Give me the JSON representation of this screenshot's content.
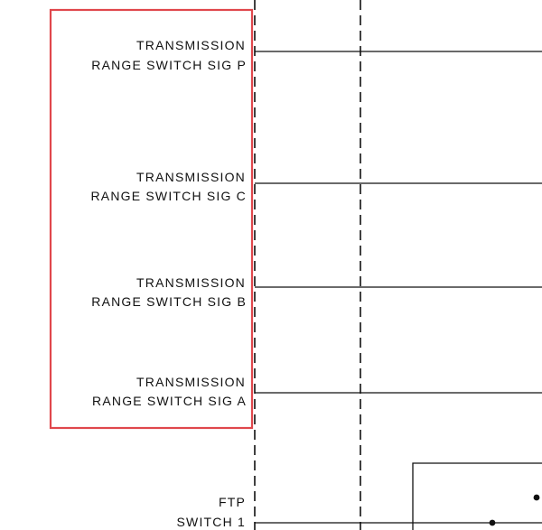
{
  "diagram": {
    "highlight_color": "#e0474c",
    "line_color": "#111111",
    "labels": [
      {
        "line1": "TRANSMISSION",
        "line2": "RANGE SWITCH SIG P"
      },
      {
        "line1": "TRANSMISSION",
        "line2": "RANGE SWITCH SIG C"
      },
      {
        "line1": "TRANSMISSION",
        "line2": "RANGE SWITCH SIG B"
      },
      {
        "line1": "TRANSMISSION",
        "line2": "RANGE SWITCH SIG A"
      },
      {
        "line1": "FTP",
        "line2": "SWITCH 1"
      }
    ]
  }
}
